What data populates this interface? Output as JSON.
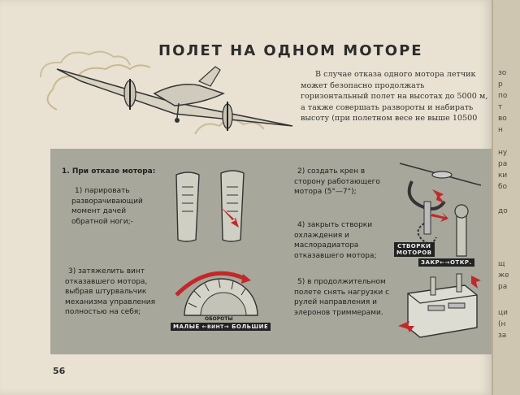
{
  "title": "ПОЛЕТ НА ОДНОМ МОТОРЕ",
  "intro": "В случае отказа одного мотора летчик может безопасно продолжать горизонтальный полет на высотах до 5000 м, а также совершать развороты и набирать высоту (при полетном весе не выше 10500 кг).",
  "steps": {
    "header": "1. При отказе мотора:",
    "s1": "1) парировать разворачивающий момент дачей обратной ноги;-",
    "s2": "2) создать крен в сторону работающего мотора (5°—7°);",
    "s3": "3) затяжелить винт отказавшего мотора, выбрав штурвальчик механизма управления полностью на себя;",
    "s4": "4) закрыть створки охлаждения и маслорадиатора отказавшего мотора;",
    "s5": "5) в продолжительном полете снять нагрузки с рулей направления и элеронов триммерами."
  },
  "labels": {
    "rpm_low": "МАЛЫЕ",
    "rpm_mid_top": "ОБОРОТЫ",
    "rpm_mid": "ВИНТ",
    "rpm_high": "БОЛЬШИЕ",
    "flaps_top": "СТВОРКИ",
    "flaps_bottom": "МОТОРОВ",
    "close": "ЗАКР",
    "open": "ОТКР."
  },
  "page_number": "56",
  "next_page_fragments": [
    "зо",
    "р",
    "по",
    "т",
    "во",
    "н",
    "ну",
    "ра",
    "ки",
    "бо",
    "до",
    "щ",
    "же",
    "ра",
    "ци",
    "(н",
    "за"
  ]
}
